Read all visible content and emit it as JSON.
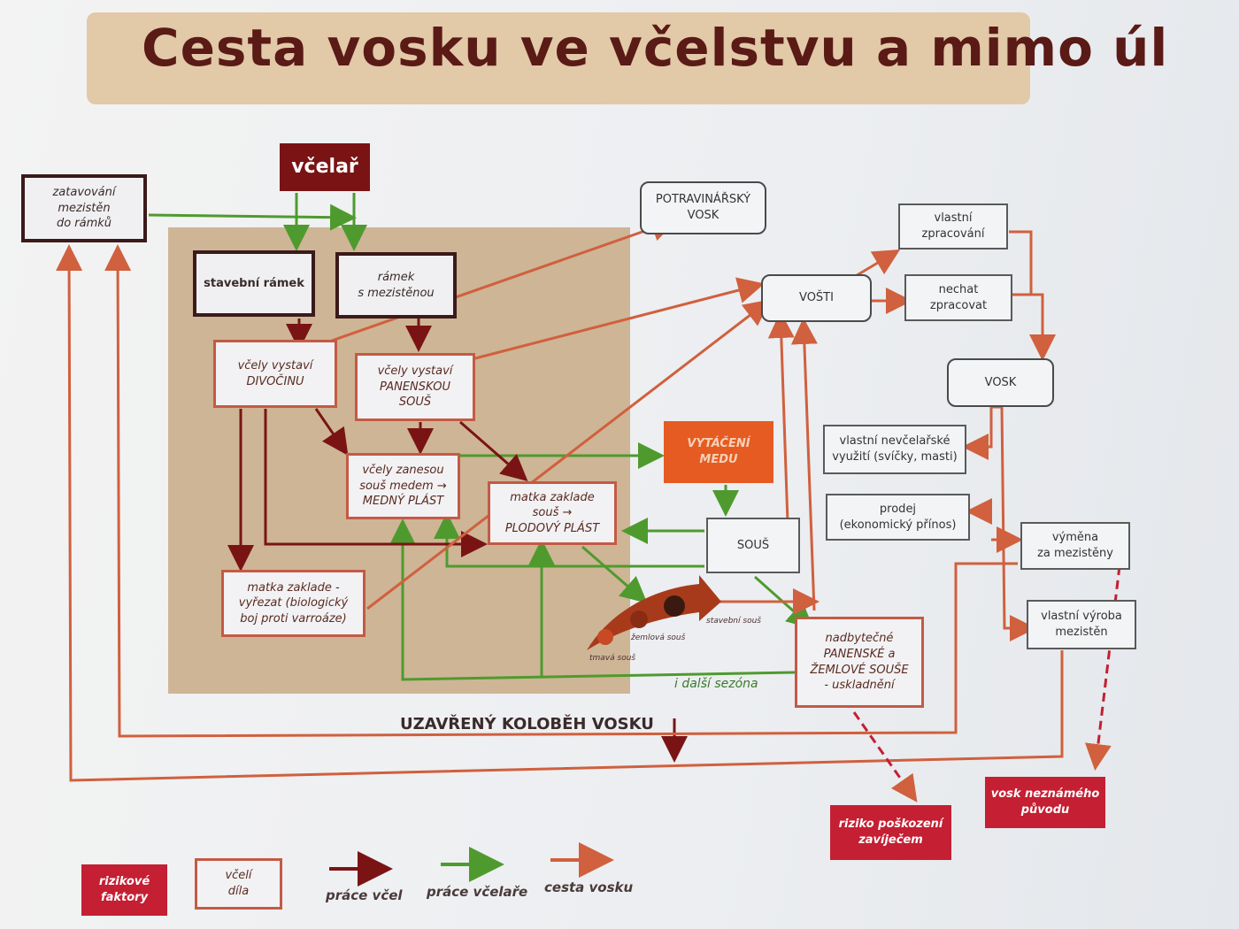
{
  "title": "Cesta vosku ve včelstvu a mimo úl",
  "nodes": {
    "vcelar": "včelař",
    "zatavovani": "zatavování\nmezistěn\ndo rámků",
    "stavebni_ramek": "stavební rámek",
    "ramek_mezistenou": "rámek\ns mezistěnou",
    "divocina": "včely vystaví\nDIVOČINU",
    "panenska": "včely vystaví\nPANENSKOU\nSOUŠ",
    "medny_plast": "včely zanesou\nsouš medem →\nMEDNÝ PLÁST",
    "plodovy_plast": "matka zaklade\nsouš →\nPLODOVÝ PLÁST",
    "varroaza": "matka zaklade -\nvyřezat (biologický\nboj proti varroáze)",
    "potravinarsky": "POTRAVINÁŘSKÝ\nVOSK",
    "vytaceni": "VYTÁČENÍ\nMEDU",
    "sous": "SOUŠ",
    "vostiny": "VOŠTI",
    "vlastni_zpracovani": "vlastní\nzpracování",
    "nechat_zpracovat": "nechat\nzpracovat",
    "vosk": "VOSK",
    "nevcelarske": "vlastní nevčelařské\nvyužití (svíčky, masti)",
    "prodej": "prodej\n(ekonomický přínos)",
    "vymena": "výměna\nza mezistěny",
    "vlastni_vyroba": "vlastní výroba\nmezistěn",
    "nadbytecne": "nadbytečné\nPANENSKÉ a\nŽEMLOVÉ SOUŠE\n- uskladnění",
    "rizika": "riziko poškození\nzavíječem",
    "neznamy": "vosk neznámého\npůvodu"
  },
  "labels": {
    "stavebni_sous": "stavební souš",
    "zemlova_sous": "žemlová souš",
    "tmava_sous": "tmavá souš",
    "dalsi_sezona": "i další sezóna",
    "koloběh": "UZAVŘENÝ KOLOBĚH VOSKU"
  },
  "legend": {
    "rizikove": "rizikové\nfaktory",
    "vceli_dila": "včelí\ndíla",
    "prace_vcel": "práce včel",
    "prace_vcelare": "práce včelaře",
    "cesta_vosku": "cesta vosku"
  },
  "colors": {
    "title_band": "#e2c9a8",
    "title_text": "#5a1a16",
    "bee_work": "#7a1414",
    "beekeeper_work": "#4f9a2e",
    "wax_path": "#d0603e",
    "risk": "#c41f32"
  }
}
